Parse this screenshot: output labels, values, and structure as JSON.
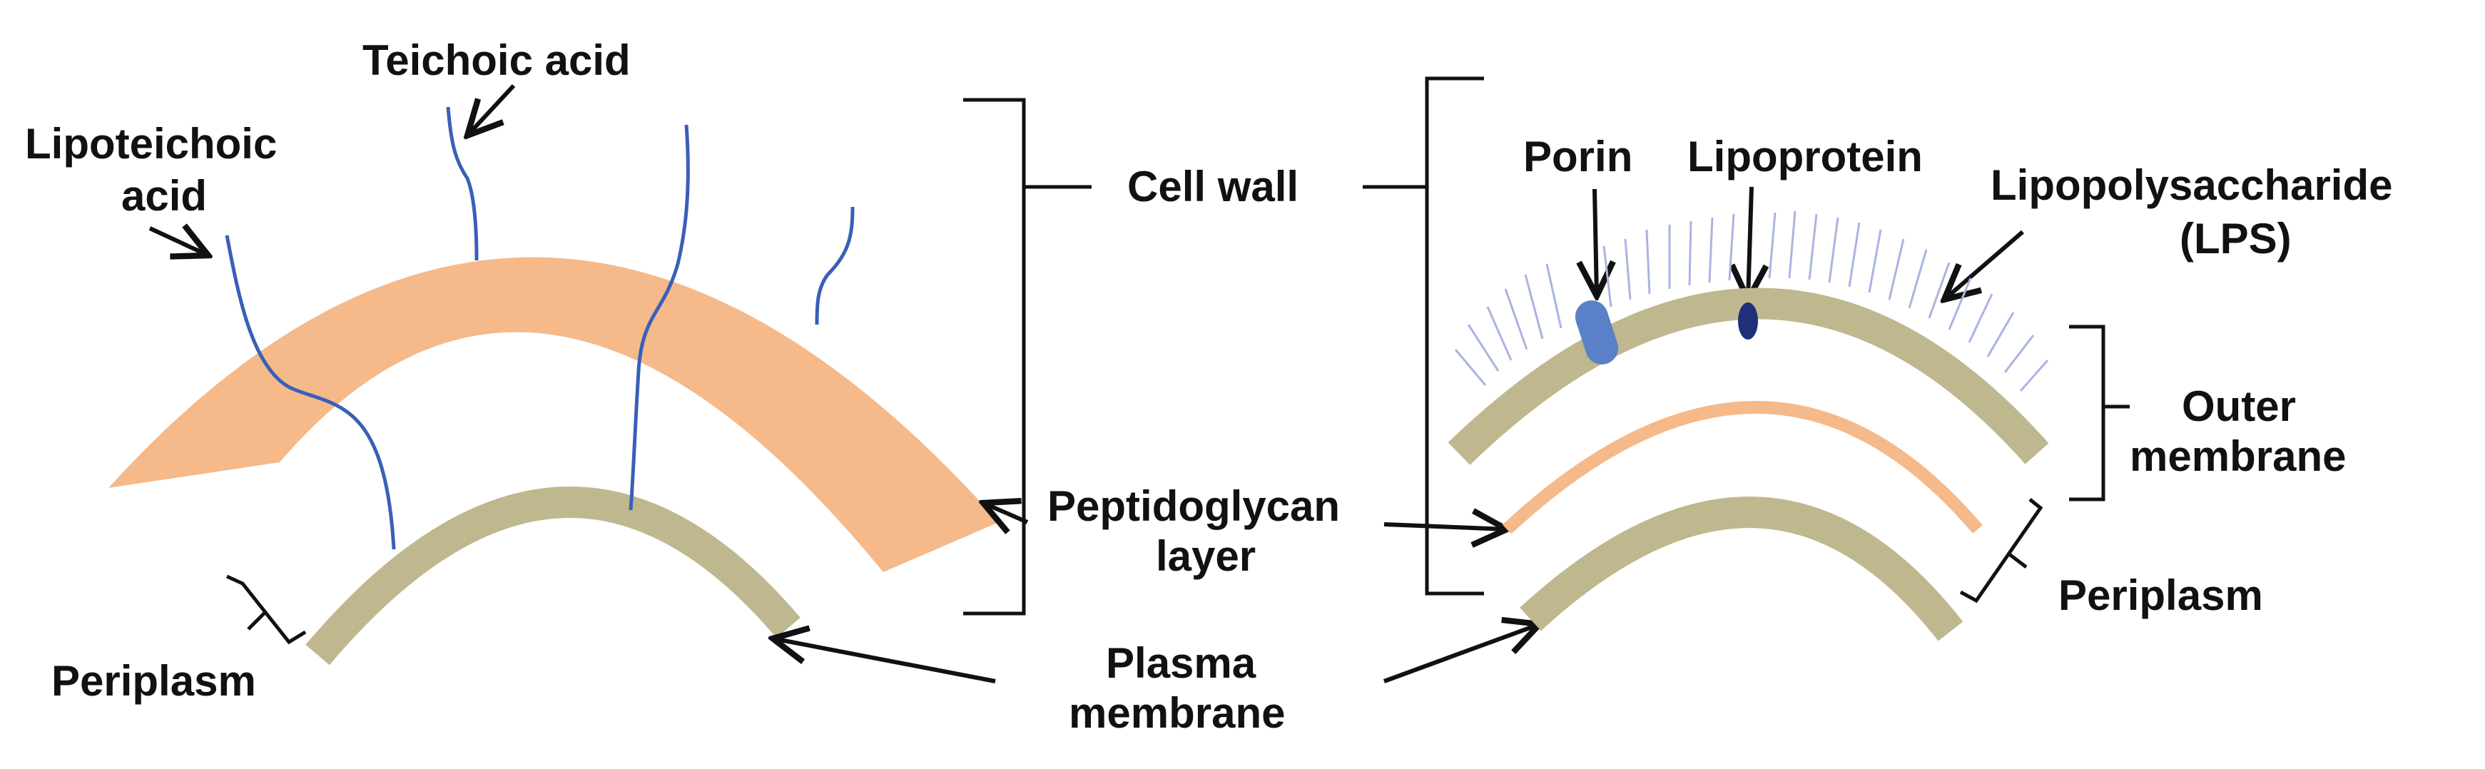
{
  "labels": {
    "teichoic_acid": "Teichoic acid",
    "lipoteichoic_acid_line1": "Lipoteichoic",
    "lipoteichoic_acid_line2": "acid",
    "periplasm_left": "Periplasm",
    "cell_wall": "Cell wall",
    "peptidoglycan_line1": "Peptidoglycan",
    "peptidoglycan_line2": "layer",
    "plasma_membrane_line1": "Plasma",
    "plasma_membrane_line2": "membrane",
    "porin": "Porin",
    "lipoprotein": "Lipoprotein",
    "lps_line1": "Lipopolysaccharide",
    "lps_line2": "(LPS)",
    "outer_membrane_line1": "Outer",
    "outer_membrane_line2": "membrane",
    "periplasm_right": "Periplasm"
  },
  "colors": {
    "peptidoglycan": "#f5b98a",
    "membrane": "#bfb88f",
    "teichoic_strand": "#3a5fb8",
    "lps_strand": "#aab4e0",
    "porin": "#5a80c8",
    "lipoprotein": "#1f2f7a",
    "line": "#111111"
  }
}
